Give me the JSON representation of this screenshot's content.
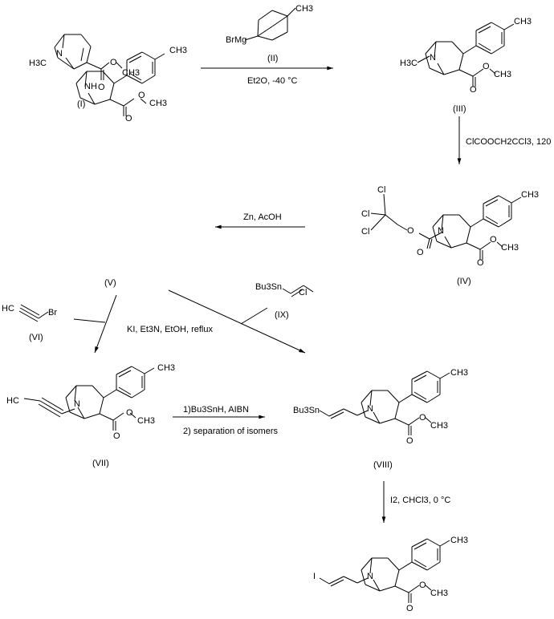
{
  "compounds": {
    "I": {
      "label": "(I)",
      "n_methyl": "H3C",
      "nitrogen": "N",
      "ester_o1": "O",
      "ester_o2": "O",
      "methyl": "CH3"
    },
    "II": {
      "label": "(II)",
      "metal": "BrMg",
      "methyl": "CH3"
    },
    "III": {
      "label": "(III)",
      "n_methyl": "H3C",
      "nitrogen": "N",
      "ester_o1": "O",
      "ester_o2": "O",
      "methyl": "CH3",
      "aryl_methyl": "CH3"
    },
    "IV": {
      "label": "(IV)",
      "cl1": "Cl",
      "cl2": "Cl",
      "cl3": "Cl",
      "carbamate_o1": "O",
      "carbamate_o2": "O",
      "nitrogen": "N",
      "ester_o1": "O",
      "ester_o2": "O",
      "methyl": "CH3",
      "aryl_methyl": "CH3"
    },
    "V": {
      "label": "(V)",
      "nitrogen": "NH",
      "ester_o1": "O",
      "ester_o2": "O",
      "methyl": "CH3",
      "aryl_methyl": "CH3"
    },
    "VI": {
      "label": "(VI)",
      "alkyne": "HC",
      "halide": "Br"
    },
    "VII": {
      "label": "(VII)",
      "alkyne": "HC",
      "nitrogen": "N",
      "ester_o1": "O",
      "ester_o2": "O",
      "methyl": "CH3",
      "aryl_methyl": "CH3"
    },
    "VIII": {
      "label": "(VIII)",
      "tin": "Bu3Sn",
      "nitrogen": "N",
      "ester_o1": "O",
      "ester_o2": "O",
      "methyl": "CH3",
      "aryl_methyl": "CH3"
    },
    "IX": {
      "label": "(IX)",
      "tin": "Bu3Sn",
      "halide": "Cl"
    },
    "product": {
      "iodide": "I",
      "nitrogen": "N",
      "ester_o1": "O",
      "ester_o2": "O",
      "methyl": "CH3",
      "aryl_methyl": "CH3"
    }
  },
  "reagents": {
    "step1": "Et2O, -40 °C",
    "step2": "ClCOOCH2CCl3, 120 °C",
    "step3": "Zn, AcOH",
    "step4": "KI, Et3N, EtOH, reflux",
    "step5_line1": "1)Bu3SnH, AIBN",
    "step5_line2": "2) separation of isomers",
    "step6": "I2, CHCl3, 0 °C"
  }
}
